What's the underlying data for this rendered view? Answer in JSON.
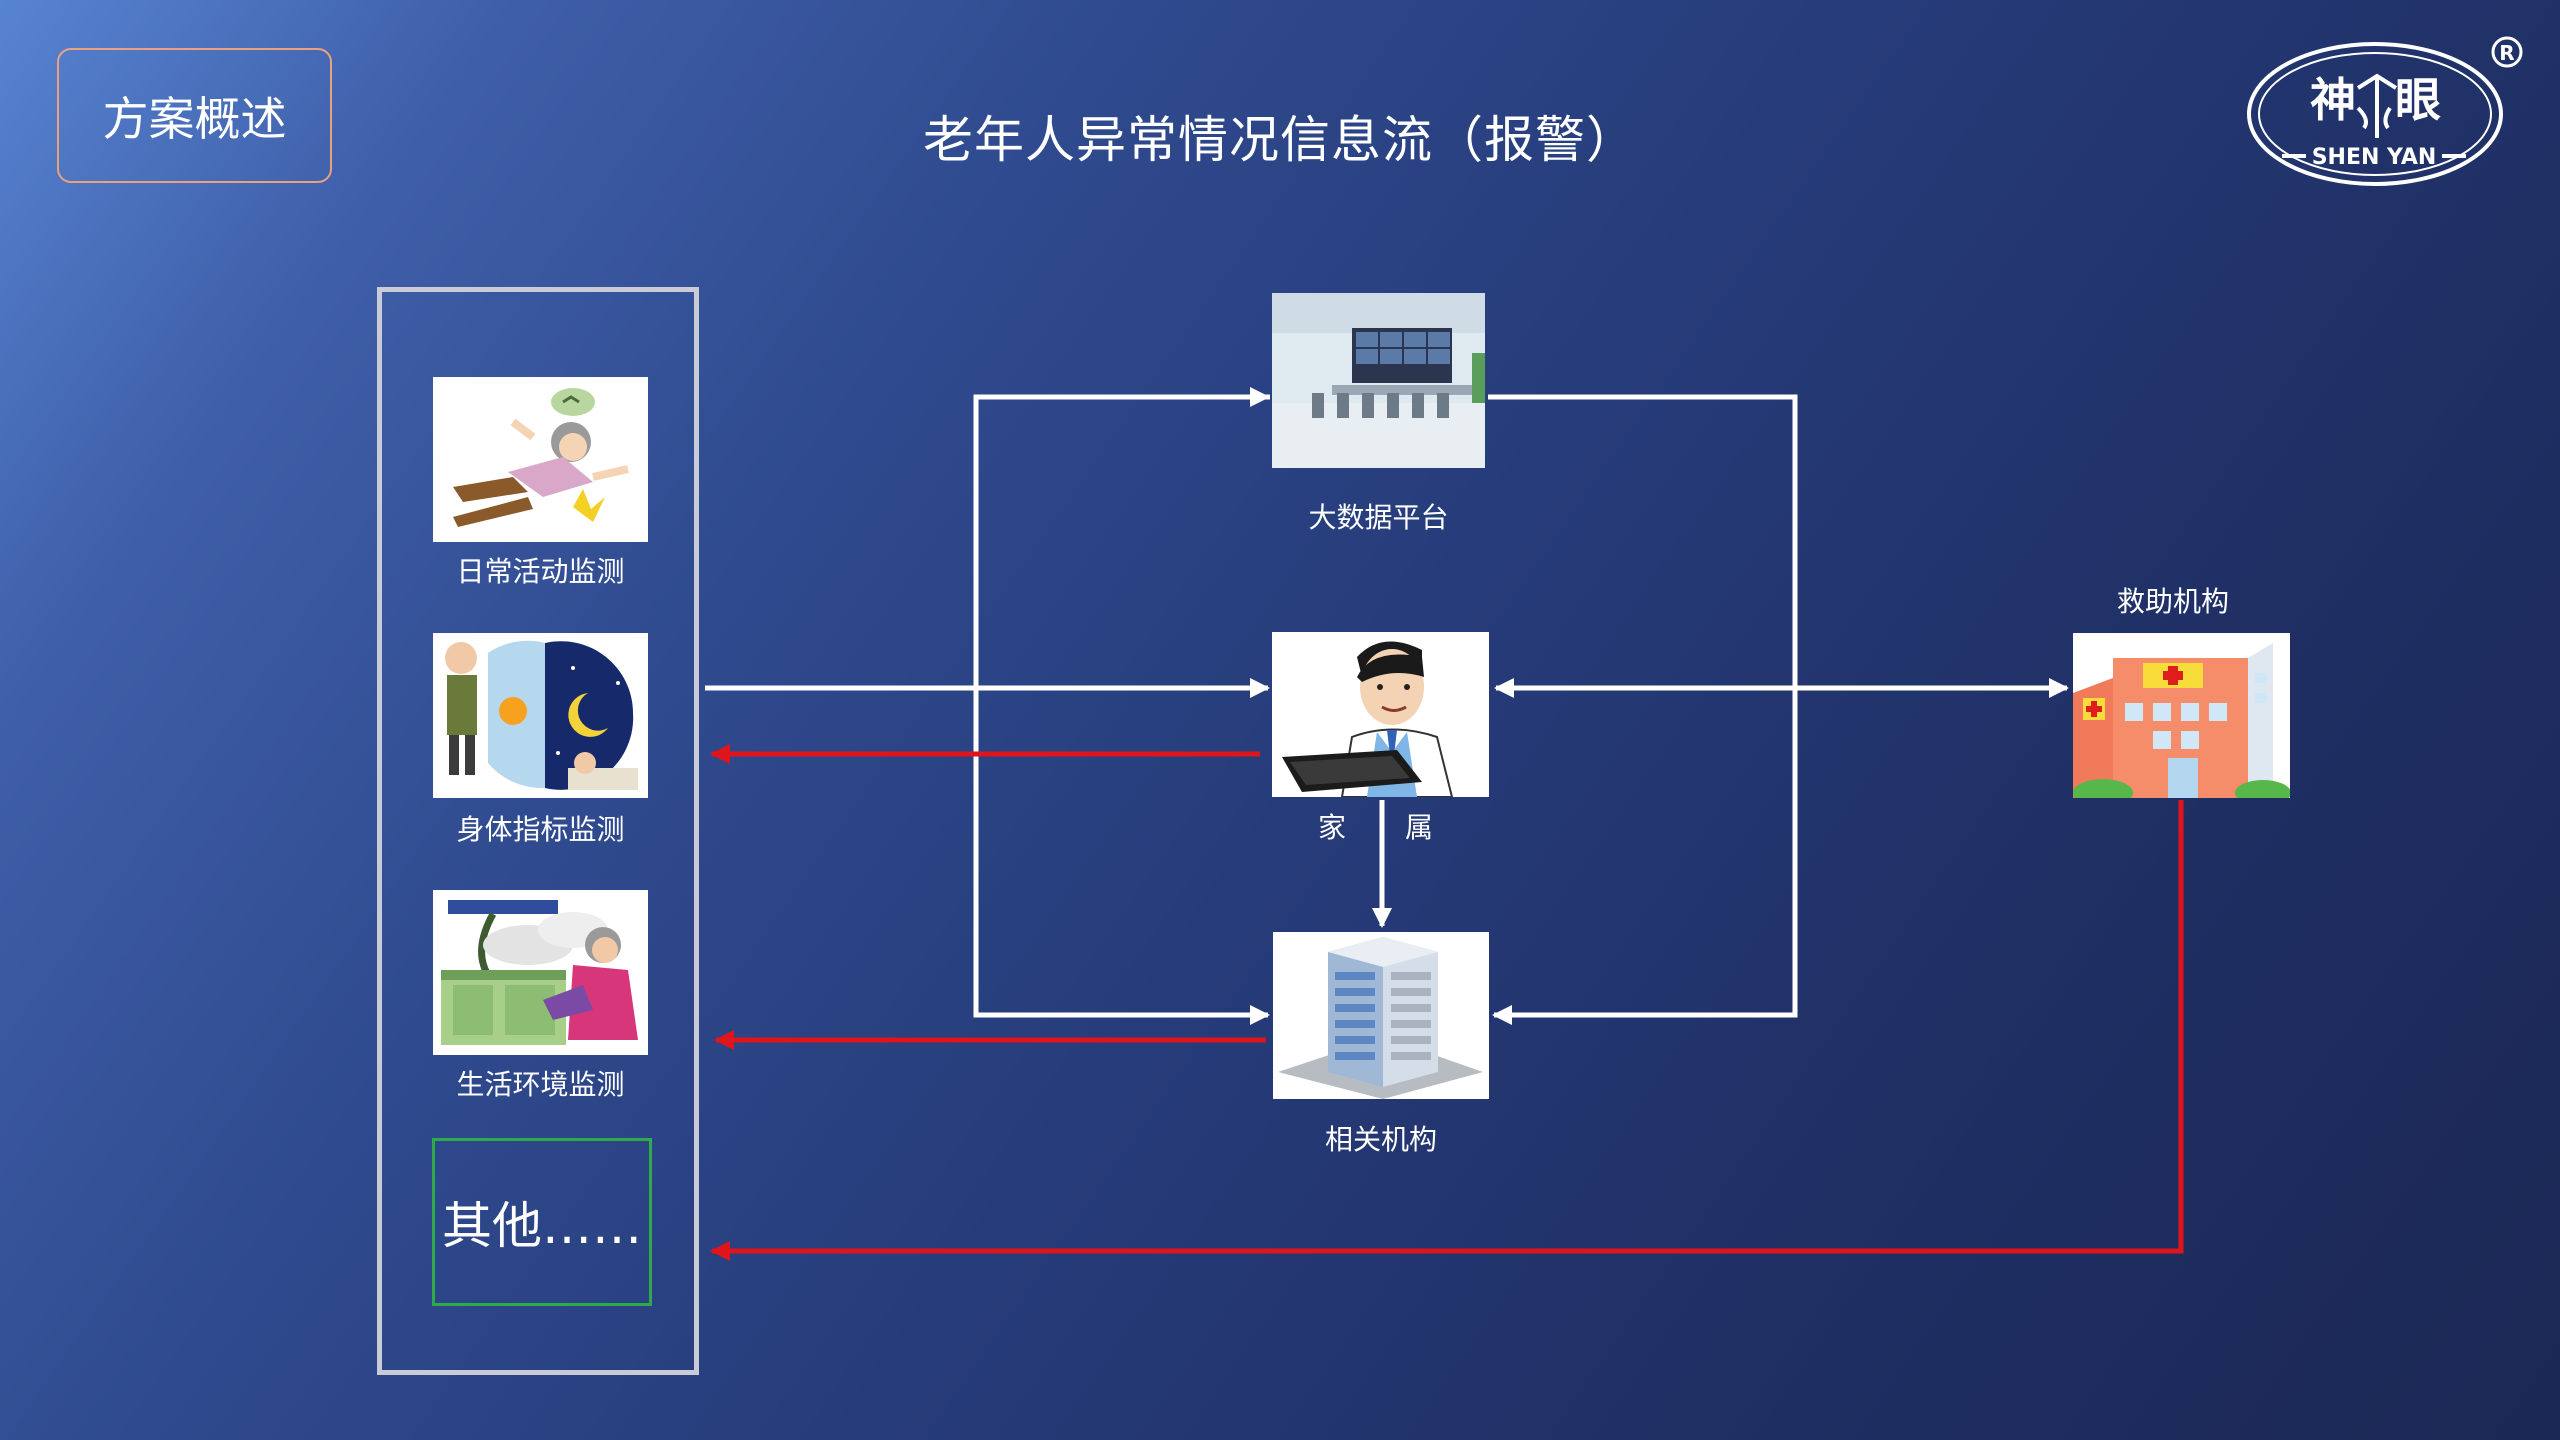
{
  "header": {
    "section_badge": "方案概述",
    "title": "老年人异常情况信息流（报警）"
  },
  "logo": {
    "text_left": "神",
    "text_right": "眼",
    "subtitle": "SHEN YAN",
    "registered_mark": "R"
  },
  "monitoring": {
    "items": [
      {
        "label": "日常活动监测",
        "icon": "elderly-fall-icon"
      },
      {
        "label": "身体指标监测",
        "icon": "day-night-icon"
      },
      {
        "label": "生活环境监测",
        "icon": "kitchen-smoke-icon"
      }
    ],
    "other": "其他……"
  },
  "nodes": {
    "big_data": "大数据平台",
    "family_left": "家",
    "family_right": "属",
    "related_org": "相关机构",
    "rescue_org": "救助机构"
  },
  "colors": {
    "flow_arrow": "#ffffff",
    "alarm_arrow": "#e0141b",
    "badge_border": "#e9a27d",
    "other_border": "#2eaa4a"
  }
}
